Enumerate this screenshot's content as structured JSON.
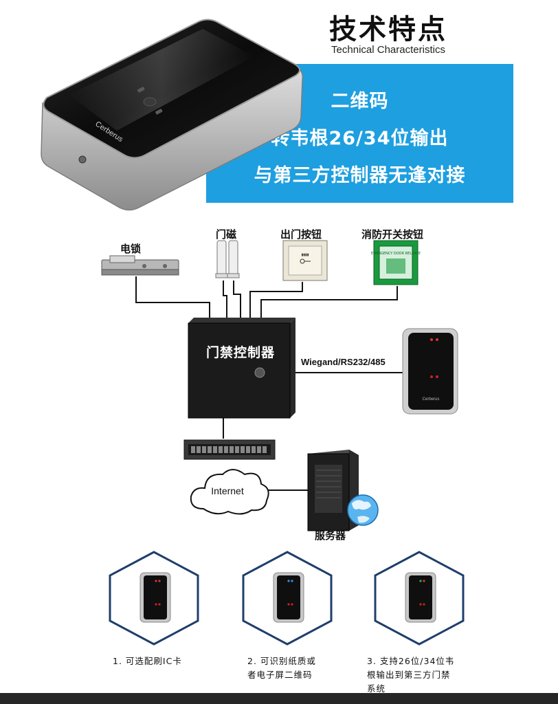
{
  "header": {
    "title": "技术特点",
    "subtitle": "Technical Characteristics"
  },
  "banner": {
    "line1": "二维码",
    "line2": "转韦根26/34位输出",
    "line3": "与第三方控制器无逢对接"
  },
  "device": {
    "brand": "Cerberus"
  },
  "diagram": {
    "components": {
      "electric_lock": "电锁",
      "door_magnet": "门磁",
      "exit_button": "出门按钮",
      "fire_switch": "消防开关按钮",
      "controller": "门禁控制器",
      "server": "服务器",
      "internet": "Internet"
    },
    "protocol_label": "Wiegand/RS232/485",
    "fire_switch_text": "EMERGENCY DOOR RELEASE"
  },
  "features": [
    {
      "lines": [
        "1. 可选配刷IC卡"
      ]
    },
    {
      "lines": [
        "2. 可识别纸质或",
        "者电子屏二维码"
      ]
    },
    {
      "lines": [
        "3. 支持26位/34位韦",
        "根输出到第三方门禁",
        "系统"
      ]
    }
  ],
  "colors": {
    "banner_blue": "#1e9fe0",
    "hexagon_navy": "#1f3e6b",
    "controller_black": "#1b1b1b",
    "fire_green": "#1a9a3e",
    "footer_dark": "#262626"
  }
}
